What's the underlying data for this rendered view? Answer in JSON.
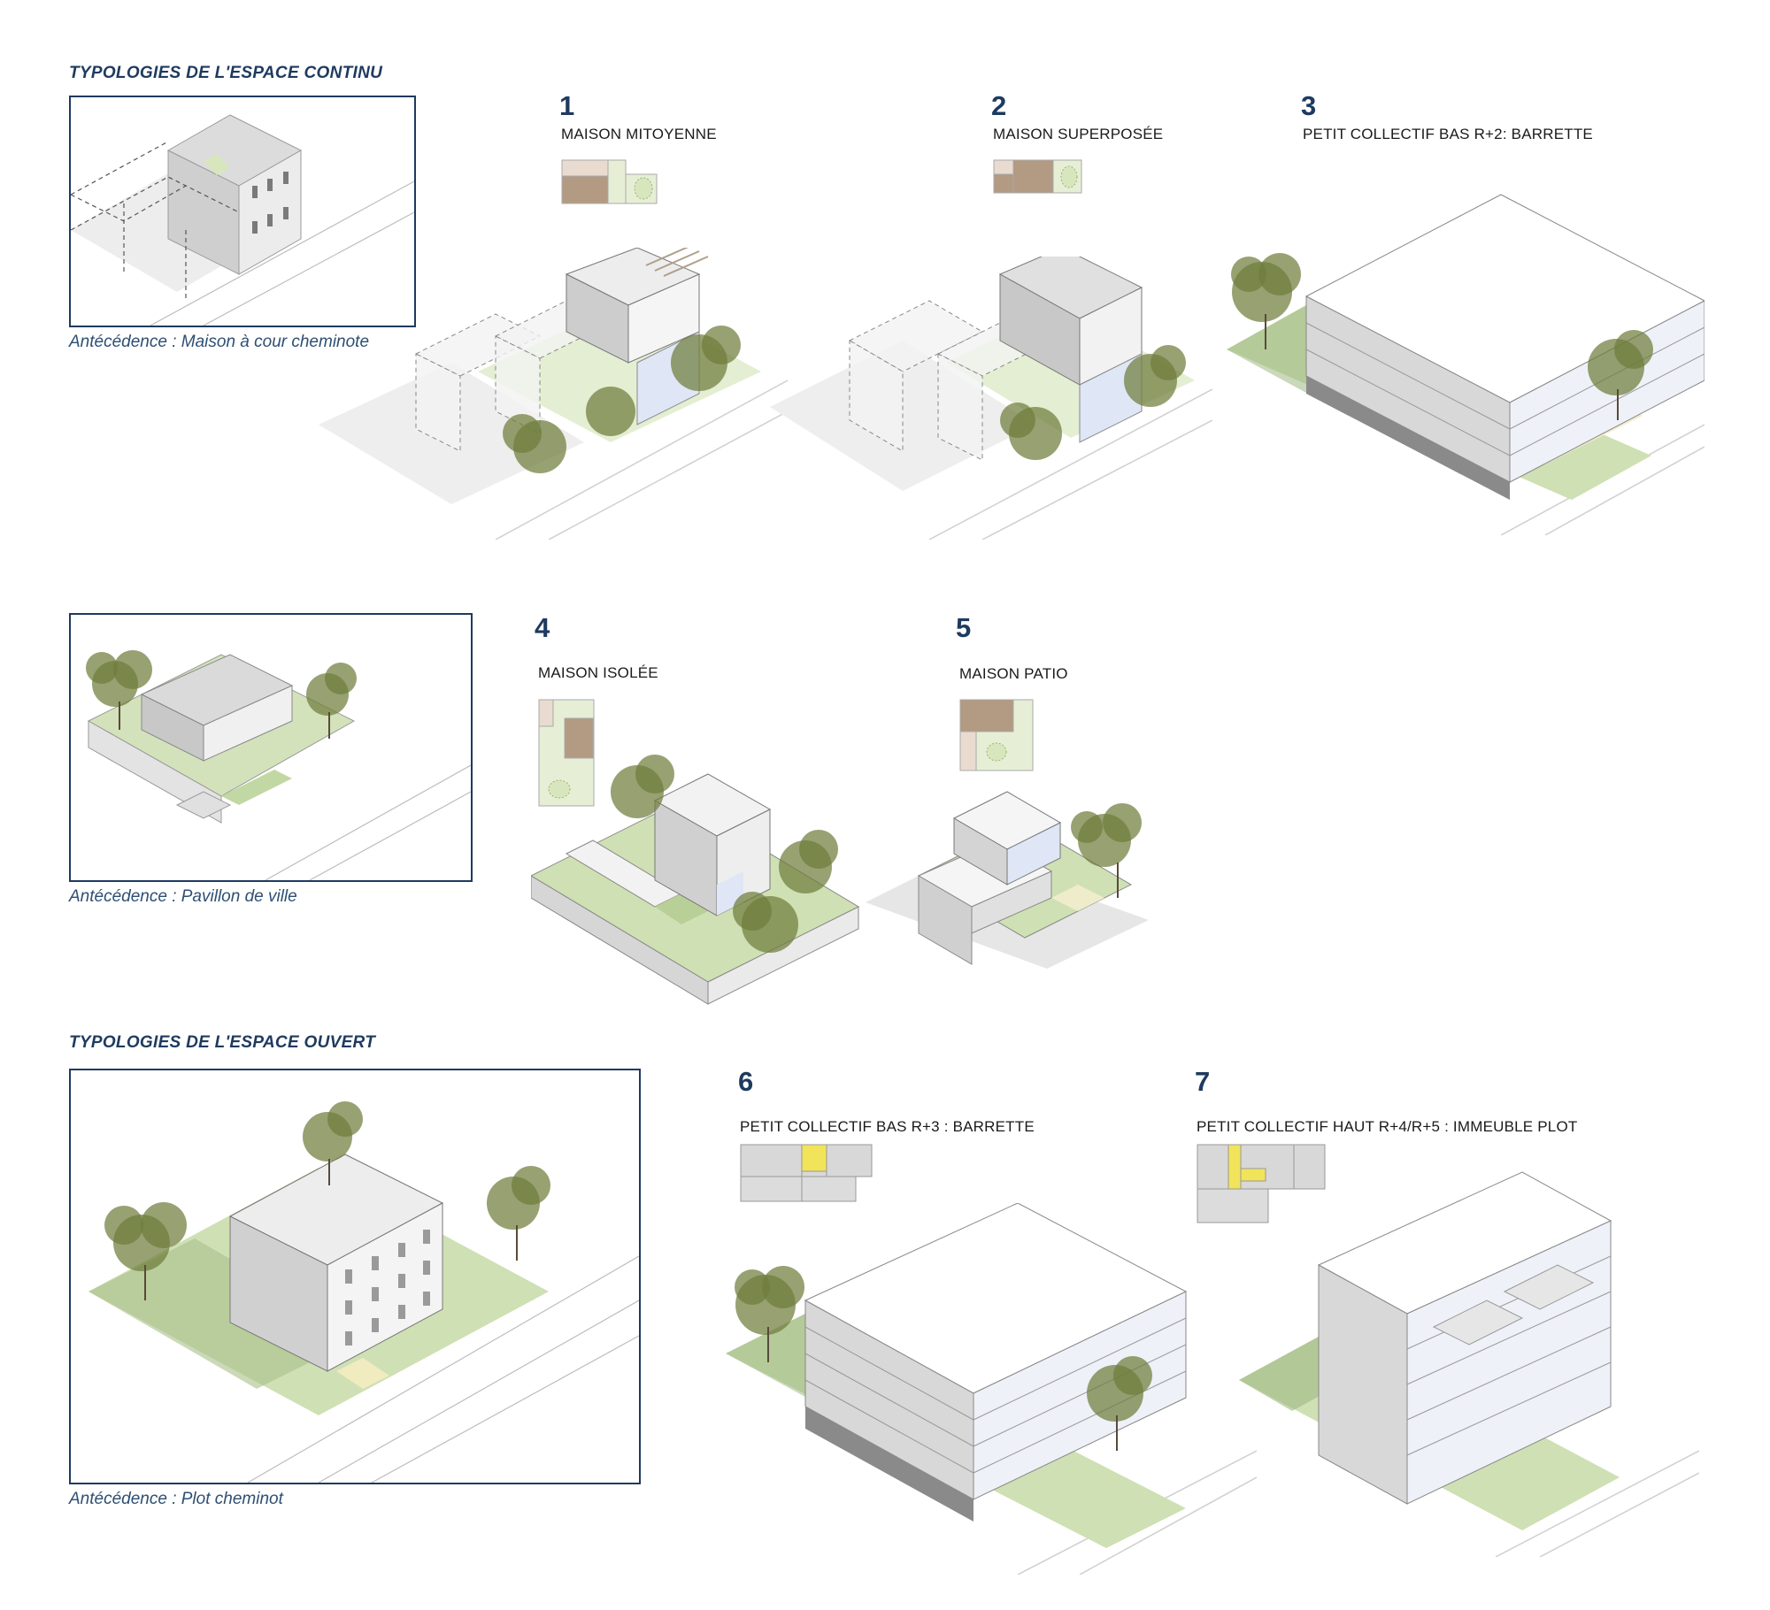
{
  "sections": {
    "continu_title": "TYPOLOGIES DE L'ESPACE CONTINU",
    "ouvert_title": "TYPOLOGIES DE L'ESPACE OUVERT"
  },
  "antecedents": [
    {
      "caption": "Antécédence : Maison à cour cheminote"
    },
    {
      "caption": "Antécédence : Pavillon de ville"
    },
    {
      "caption": "Antécédence : Plot cheminot"
    }
  ],
  "typologies": [
    {
      "number": "1",
      "label": "MAISON MITOYENNE"
    },
    {
      "number": "2",
      "label": "MAISON SUPERPOSÉE"
    },
    {
      "number": "3",
      "label": "PETIT COLLECTIF BAS R+2: BARRETTE"
    },
    {
      "number": "4",
      "label": "MAISON ISOLÉE"
    },
    {
      "number": "5",
      "label": "MAISON PATIO"
    },
    {
      "number": "6",
      "label": "PETIT COLLECTIF BAS R+3 : BARRETTE"
    },
    {
      "number": "7",
      "label": "PETIT COLLECTIF HAUT R+4/R+5 : IMMEUBLE PLOT"
    }
  ],
  "colors": {
    "navy": "#1e3a5f",
    "lawn": "#cfe0b4",
    "tree": "#6f7d3c",
    "built": "#b39a82",
    "stair": "#f2e45a"
  }
}
